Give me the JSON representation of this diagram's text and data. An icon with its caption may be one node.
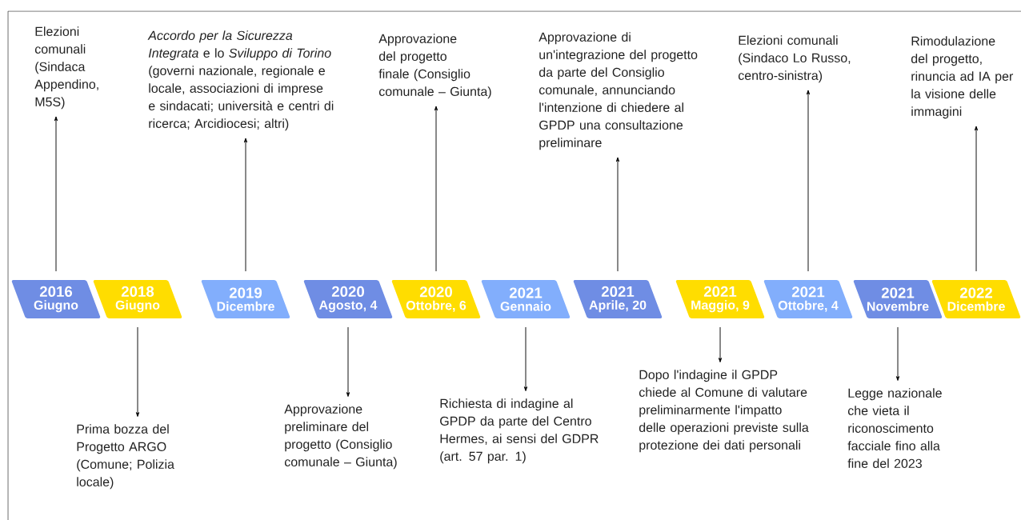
{
  "diagram": {
    "nodes": [
      {
        "text": [
          "2016",
          "Giugno"
        ]
      },
      {
        "text": [
          "2018",
          "Giugno"
        ]
      },
      {
        "text": [
          "2019",
          "Dicembre"
        ]
      },
      {
        "text": [
          "2020",
          "Agosto, 4"
        ]
      },
      {
        "text": [
          "2020",
          "Ottobre, 6"
        ]
      },
      {
        "text": [
          "2021",
          "Gennaio"
        ]
      },
      {
        "text": [
          "2021",
          "Aprile, 20"
        ]
      },
      {
        "text": [
          "2021",
          "Maggio, 9"
        ]
      },
      {
        "text": [
          "2021",
          "Ottobre, 4"
        ]
      },
      {
        "text": [
          "2021",
          "Novembre"
        ]
      },
      {
        "text": [
          "2022",
          "Dicembre"
        ]
      },
      {
        "text": [
          "Elezioni comunali (Sindaca Appendino, M5S)"
        ]
      },
      {
        "text": [
          "Prima bozza del Progetto ARGO (Comune; Polizia locale)"
        ]
      },
      {
        "text": [
          "*Accordo per la Sicurezza Integrata* e lo *Sviluppo di Torino* (governi nazionale, regionale e locale, associazioni di imprese e sindacati; università e centri di ricerca; Arcidiocesi; altri)"
        ]
      },
      {
        "text": [
          "Approvazione preliminare del progetto (Consiglio comunale – Giunta)"
        ]
      },
      {
        "text": [
          "Approvazione del progetto finale (Consiglio comunale – Giunta)"
        ]
      },
      {
        "text": [
          "Richiesta di indagine al GPDP da parte del Centro Hermes, ai sensi del GDPR (art. 57 par. 1)"
        ]
      },
      {
        "text": [
          "Approvazione di un'integrazione del progetto da parte del Consiglio comunale, annunciando l'intenzione di chiedere al GPDP una consultazione preliminare"
        ]
      },
      {
        "text": [
          "Dopo l'indagine il GPDP chiede al Comune di valutare preliminarmente l'impatto delle operazioni previste sulla protezione dei dati personali"
        ]
      },
      {
        "text": [
          "Elezioni comunali (Sindaco Lo Russo, centro-sinistra)"
        ]
      },
      {
        "text": [
          "Legge nazionale che vieta il riconoscimento facciale fino alla fine del 2023"
        ]
      },
      {
        "text": [
          "Rimodulazione del progetto, rinuncia ad IA per la visione delle immagini"
        ]
      }
    ],
    "edges": [
      {
        "from": 0,
        "to": 11,
        "arrow": "to"
      },
      {
        "from": 1,
        "to": 12,
        "arrow": "to"
      },
      {
        "from": 2,
        "to": 13,
        "arrow": "to"
      },
      {
        "from": 3,
        "to": 14,
        "arrow": "to"
      },
      {
        "from": 4,
        "to": 15,
        "arrow": "to"
      },
      {
        "from": 5,
        "to": 16,
        "arrow": "to"
      },
      {
        "from": 6,
        "to": 17,
        "arrow": "to"
      },
      {
        "from": 7,
        "to": 18,
        "arrow": "to"
      },
      {
        "from": 8,
        "to": 19,
        "arrow": "to"
      },
      {
        "from": 9,
        "to": 20,
        "arrow": "to"
      },
      {
        "from": 10,
        "to": 21,
        "arrow": "to"
      }
    ]
  }
}
